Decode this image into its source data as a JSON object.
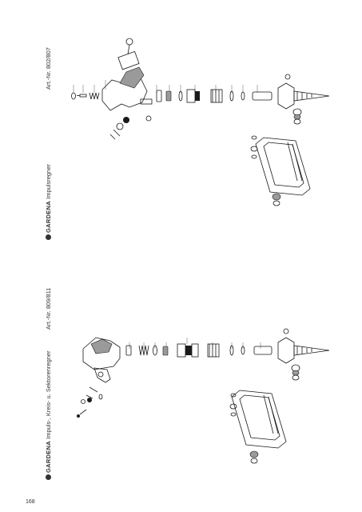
{
  "page_number": "168",
  "upper_section": {
    "brand": "GARDENA",
    "title": "Impulsregner",
    "art_nr": "Art.-Nr. 802/807"
  },
  "lower_section": {
    "brand": "GARDENA",
    "title": "Impuls-, Kreis- u. Sektorenregner",
    "art_nr": "Art.-Nr. 809/811"
  }
}
